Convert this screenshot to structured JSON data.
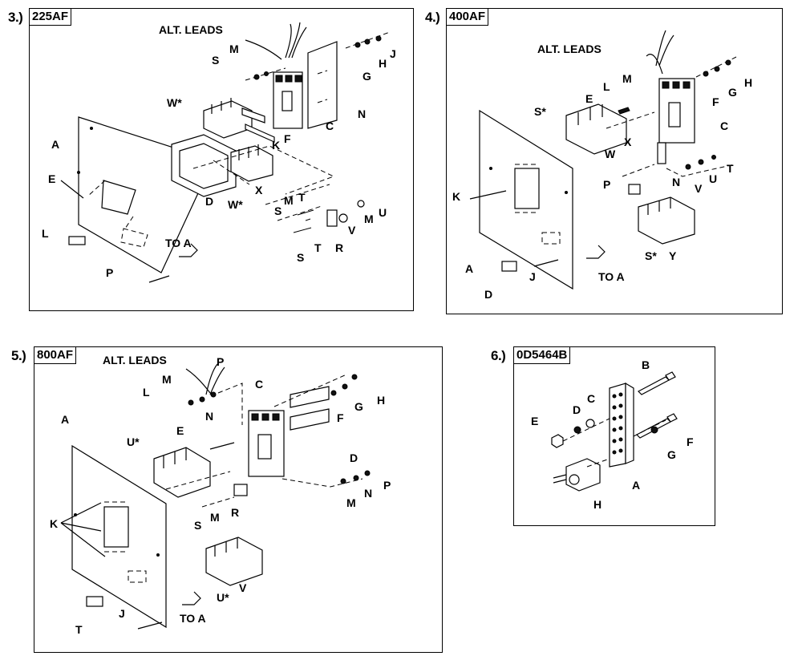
{
  "panels": [
    {
      "number": "3.)",
      "title": "225AF",
      "labels": [
        "ALT. LEADS",
        "M",
        "S",
        "J",
        "H",
        "G",
        "N",
        "W*",
        "C",
        "A",
        "K",
        "F",
        "E",
        "D",
        "X",
        "W*",
        "S",
        "M",
        "T",
        "U",
        "V",
        "M",
        "L",
        "R",
        "T",
        "S",
        "TO A",
        "P"
      ]
    },
    {
      "number": "4.)",
      "title": "400AF",
      "labels": [
        "ALT. LEADS",
        "H",
        "G",
        "F",
        "M",
        "L",
        "E",
        "C",
        "S*",
        "W",
        "X",
        "T",
        "U",
        "V",
        "N",
        "K",
        "P",
        "S*",
        "Y",
        "A",
        "D",
        "J",
        "TO A"
      ]
    },
    {
      "number": "5.)",
      "title": "800AF",
      "labels": [
        "ALT. LEADS",
        "P",
        "M",
        "L",
        "N",
        "C",
        "H",
        "G",
        "F",
        "E",
        "A",
        "U*",
        "D",
        "P",
        "N",
        "M",
        "K",
        "S",
        "M",
        "R",
        "U*",
        "V",
        "T",
        "J",
        "TO A"
      ]
    },
    {
      "number": "6.)",
      "title": "0D5464B",
      "labels": [
        "B",
        "C",
        "D",
        "E",
        "G",
        "F",
        "A",
        "H"
      ]
    }
  ]
}
